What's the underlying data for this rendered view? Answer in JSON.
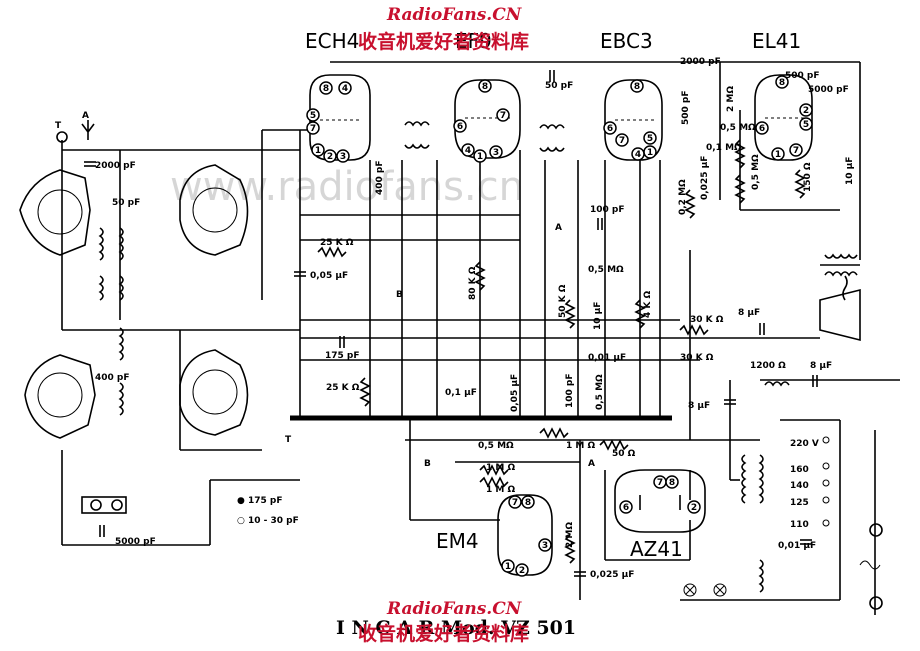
{
  "watermark": {
    "site": "RadioFans.CN",
    "site_cn": "收音机爱好者资料库",
    "faint": "www.radiofans.cn"
  },
  "footer": {
    "model": "I N C A R   Mod. VZ 501"
  },
  "tubes": {
    "ech4": "ECH4",
    "ef9": "EF9",
    "ebc3": "EBC3",
    "el41": "EL41",
    "em4": "EM4",
    "az41": "AZ41"
  },
  "labels": {
    "antenna_t": "T",
    "antenna_a": "A",
    "ground_t": "T",
    "c_2000pf": "2000 pF",
    "c_50pf_l": "50 pF",
    "c_50pf_top": "50 pF",
    "c_2000pf_r": "2000 pF",
    "c_500pf_r": "500 pF",
    "c_5000pf_r": "5000 pF",
    "c_500pf_v": "500 pF",
    "r_2m": "2 MΩ",
    "r_05m_a": "0,5 MΩ",
    "r_01m": "0,1 MΩ",
    "c_0025": "0,025 µF",
    "r_05m_b": "0,5 MΩ",
    "r_150": "150 Ω",
    "c_10uf": "10 µF",
    "r_02m": "0,2 MΩ",
    "c_100pf_mid": "100 pF",
    "pt_a_mid": "A",
    "c_400pf": "400 pF",
    "r_25k_top": "25 K Ω",
    "c_005_top": "0,05 µF",
    "pt_b": "B",
    "r_80k": "80 K Ω",
    "r_05m_mid": "0,5 MΩ",
    "r_50k": "50 K Ω",
    "c_10uf_mid": "10 µF",
    "r_4k": "4 K Ω",
    "r_30k_a": "30 K Ω",
    "c_8uf_a": "8 µF",
    "r_30k_b": "30 K Ω",
    "c_001_mid": "0,01 µF",
    "r_1200": "1200 Ω",
    "c_8uf_b": "8 µF",
    "c_175pf": "175 pF",
    "r_25k_mid": "25 K Ω",
    "c_400pf_l": "400 pF",
    "c_01uf": "0,1 µF",
    "c_005_mid": "0,05 µF",
    "c_100pf_v": "100 pF",
    "r_05m_v": "0,5 MΩ",
    "c_8uf_c": "8 µF",
    "r_05m_bot": "0,5 MΩ",
    "r_1m_bot": "1 M Ω",
    "r_50": "50 Ω",
    "pt_b_bot": "B",
    "r_1m_a": "1 M Ω",
    "r_1m_b": "1 M Ω",
    "pt_a_bot": "A",
    "r_2m_bot": "2 MΩ",
    "c_0025_bot": "0,025 µF",
    "legend_175": "● 175 pF",
    "legend_1030": "○ 10 - 30 pF",
    "c_5000pf_bot": "5000 pF",
    "v220": "220 V",
    "v160": "160",
    "v140": "140",
    "v125": "125",
    "v110": "110",
    "c_001_r": "0,01 µF"
  }
}
